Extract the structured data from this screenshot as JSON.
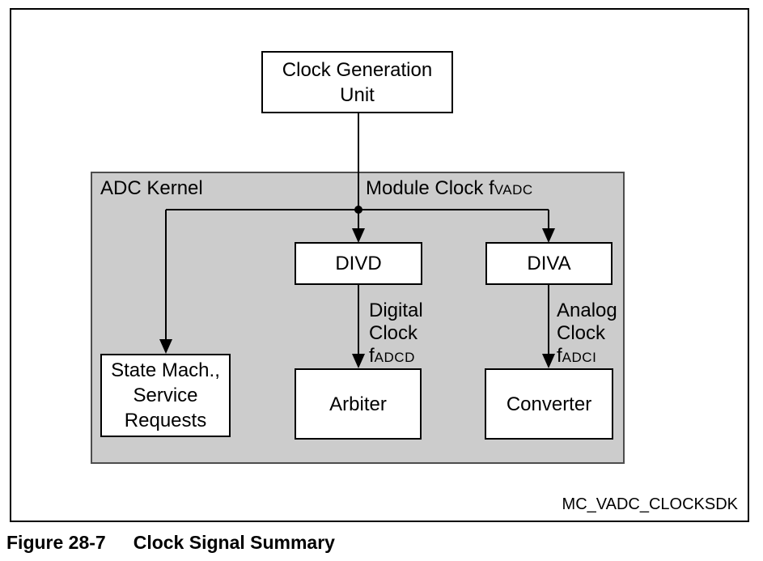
{
  "figure": {
    "watermark": "MC_VADC_CLOCKSDK",
    "caption": {
      "label": "Figure 28-7",
      "title": "Clock Signal Summary"
    }
  },
  "diagram": {
    "colors": {
      "kernel_background": "#cccccc",
      "box_background": "#ffffff",
      "line_color": "#000000"
    },
    "clock_generation_unit": {
      "line1": "Clock Generation",
      "line2": "Unit"
    },
    "adc_kernel": {
      "label": "ADC Kernel"
    },
    "module_clock": {
      "text": "Module Clock f",
      "subscript": "VADC"
    },
    "divd": {
      "label": "DIVD"
    },
    "diva": {
      "label": "DIVA"
    },
    "digital_clock": {
      "line1": "Digital",
      "line2": "Clock",
      "symbol": "f",
      "subscript": "ADCD"
    },
    "analog_clock": {
      "line1": "Analog",
      "line2": "Clock",
      "symbol": "f",
      "subscript": "ADCI"
    },
    "state_machine": {
      "line1": "State Mach.,",
      "line2": "Service",
      "line3": "Requests"
    },
    "arbiter": {
      "label": "Arbiter"
    },
    "converter": {
      "label": "Converter"
    }
  }
}
